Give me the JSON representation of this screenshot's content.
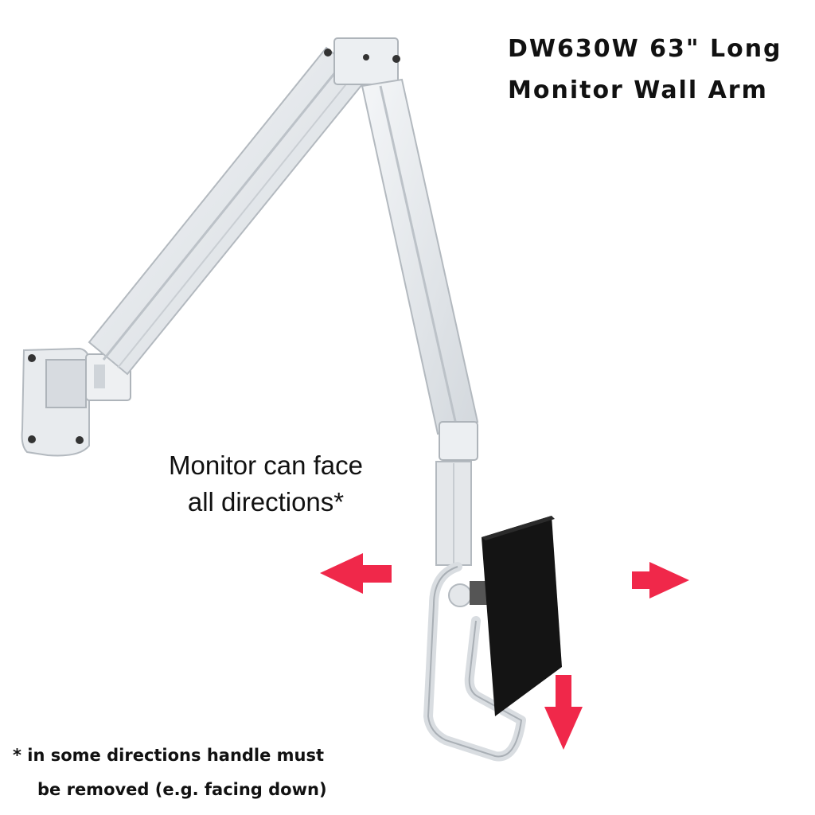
{
  "title": {
    "line1": "DW630W 63\" Long",
    "line2": "Monitor Wall Arm"
  },
  "caption": {
    "line1": "Monitor can face",
    "line2": "all directions*"
  },
  "footnote": {
    "line1": "* in some directions handle must",
    "line2": "be removed (e.g. facing down)"
  },
  "colors": {
    "arm": "#e6e9ec",
    "arm_shadow": "#b9bec4",
    "monitor": "#141414",
    "arrow": "#f0284a"
  },
  "icons": [
    "arrow-left-icon",
    "arrow-right-icon",
    "arrow-down-icon"
  ]
}
